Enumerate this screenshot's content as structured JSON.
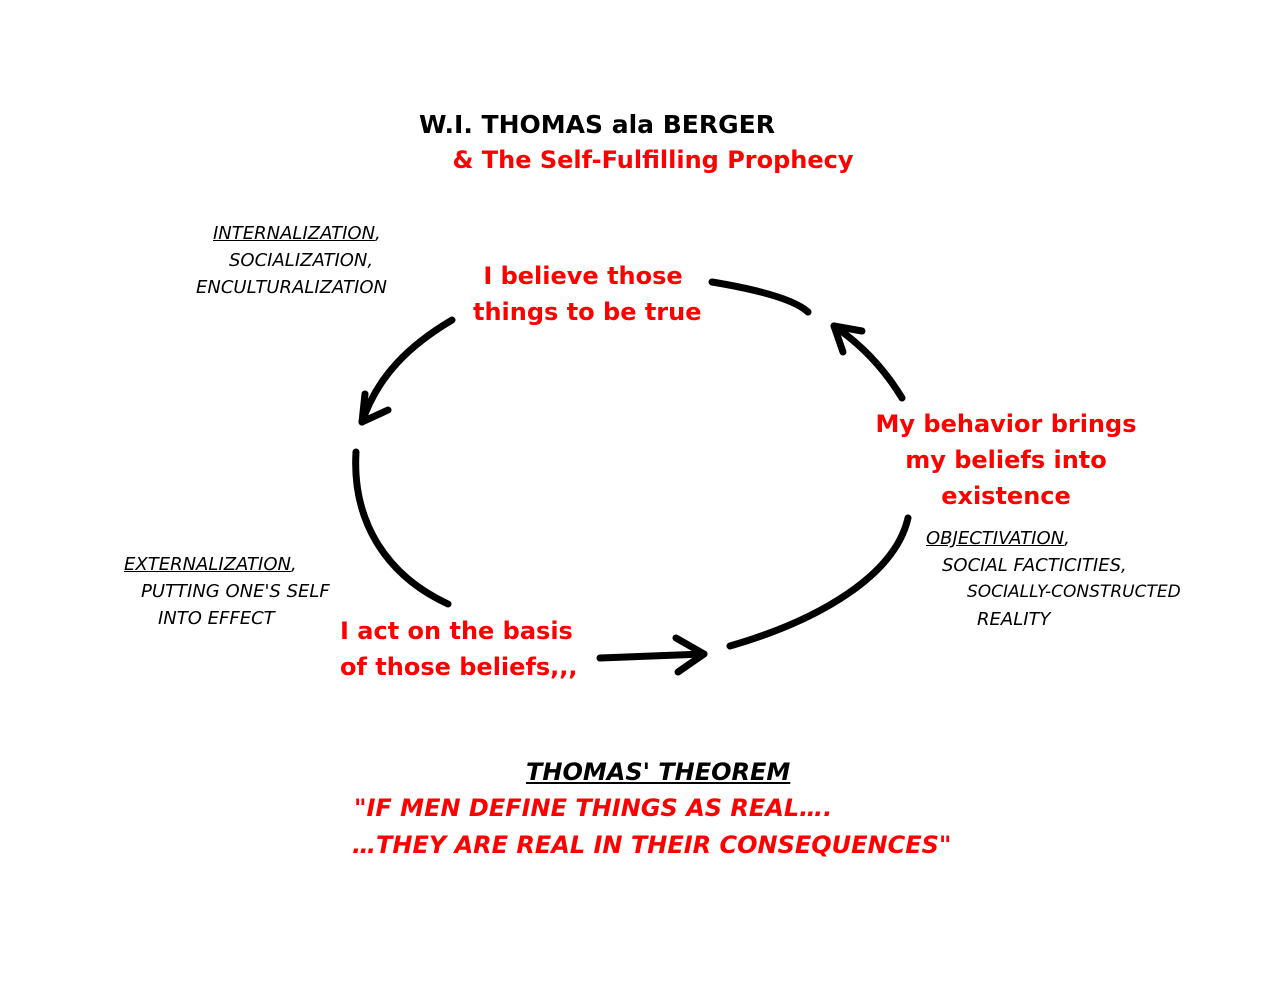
{
  "title": "W.I. THOMAS ala BERGER",
  "subtitle": "& The Self-Fulfilling Prophecy",
  "cycle": {
    "top": [
      "I believe those",
      "things to be true"
    ],
    "right": [
      "My behavior brings",
      "my beliefs into",
      "existence"
    ],
    "bottom": [
      "I act on the basis",
      "of those beliefs,,,"
    ]
  },
  "notes": {
    "internalization": {
      "head": "INTERNALIZATION",
      "head_suffix": ",",
      "lines": [
        "SOCIALIZATION,",
        "ENCULTURALIZATION"
      ]
    },
    "externalization": {
      "head": "EXTERNALIZATION",
      "head_suffix": ",",
      "lines": [
        "PUTTING ONE'S SELF",
        "INTO EFFECT"
      ]
    },
    "objectivation": {
      "head": "OBJECTIVATION",
      "head_suffix": ",",
      "lines": [
        "SOCIAL FACTICITIES,",
        "SOCIALLY-CONSTRUCTED",
        "REALITY"
      ]
    }
  },
  "theorem": {
    "title": "THOMAS' THEOREM",
    "line1": "\"IF MEN DEFINE THINGS AS REAL….",
    "line2": "…THEY ARE REAL IN THEIR CONSEQUENCES\""
  },
  "colors": {
    "accent": "#ff0000",
    "text": "#000000",
    "background": "#ffffff"
  }
}
